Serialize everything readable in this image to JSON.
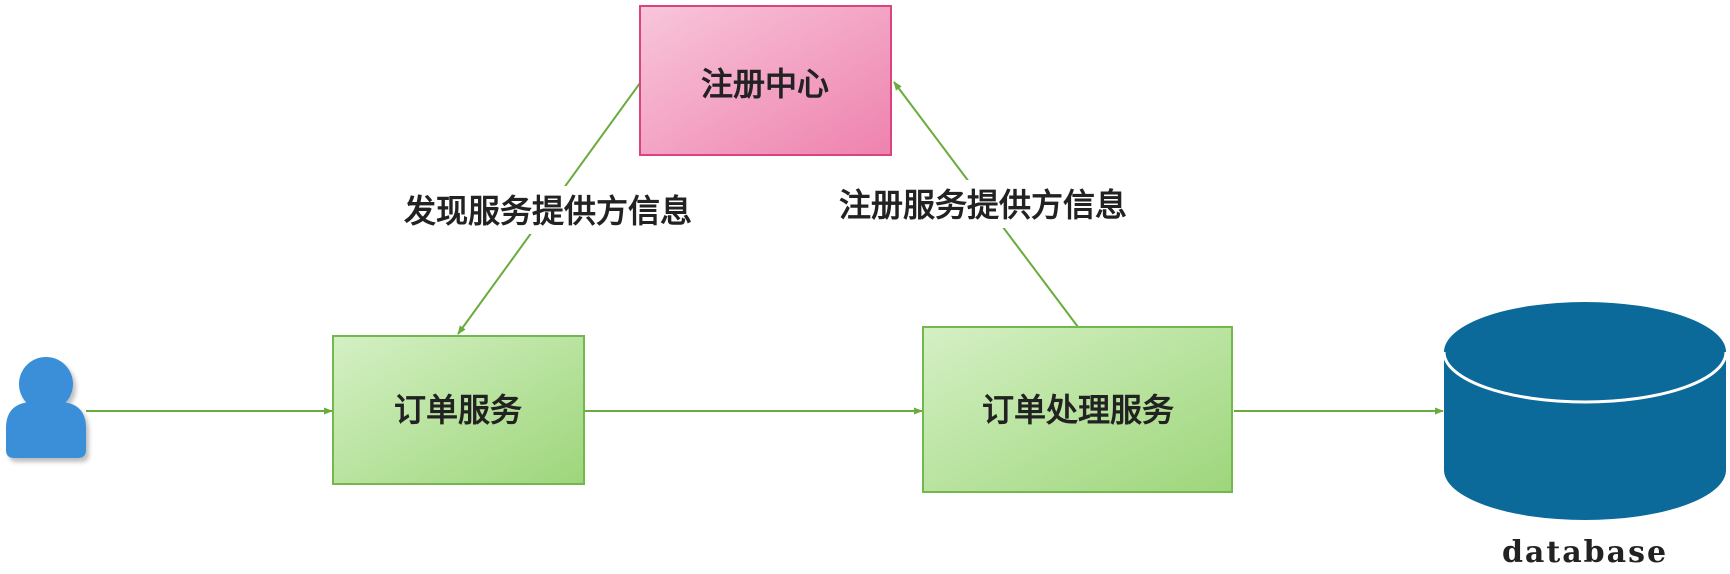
{
  "diagram": {
    "nodes": {
      "registry": {
        "label": "注册中心"
      },
      "order_service": {
        "label": "订单服务"
      },
      "order_processing": {
        "label": "订单处理服务"
      },
      "database": {
        "label": "database"
      }
    },
    "edges": {
      "discover": {
        "label": "发现服务提供方信息"
      },
      "register": {
        "label": "注册服务提供方信息"
      }
    },
    "colors": {
      "registry_fill_start": "#f8c6da",
      "registry_fill_end": "#ee82ae",
      "registry_border": "#d9447f",
      "service_fill_start": "#d4f0c4",
      "service_fill_end": "#9ed67b",
      "service_border": "#73b84e",
      "connector": "#6aab3c",
      "database_fill": "#0b6a99",
      "user_icon": "#3b8fd9"
    }
  }
}
